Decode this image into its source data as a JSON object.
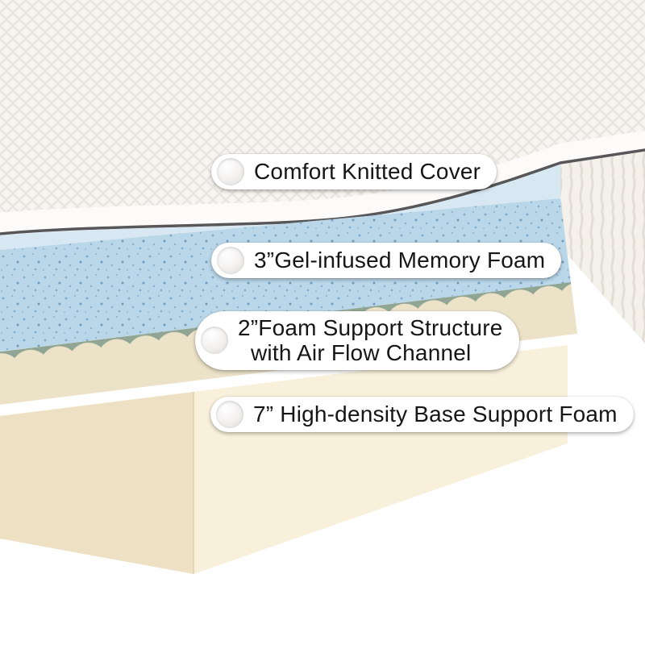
{
  "product": {
    "callouts": [
      {
        "lines": [
          "Comfort Knitted Cover"
        ]
      },
      {
        "lines": [
          "3”Gel-infused Memory Foam"
        ]
      },
      {
        "lines": [
          "2”Foam Support Structure",
          "with Air Flow Channel"
        ]
      },
      {
        "lines": [
          "7” High-density Base Support Foam"
        ]
      }
    ],
    "colors": {
      "background": "#ffffff",
      "cover_base": "#f7f5f1",
      "cover_texture": "#e9e5df",
      "cover_lip": "#fcfbf9",
      "cover_edge_line": "#57575a",
      "gel_top": "#d8e8f2",
      "gel_front": "#bad7e9",
      "gel_speckle": "#7fa9c9",
      "wave_cream": "#ece2c8",
      "wave_shadow": "#90a593",
      "gap_white": "#ffffff",
      "base_front": "#f8f0da",
      "base_side": "#eee1c3",
      "base_corner_line": "#e3d6b6",
      "side_panel": "#f4f1eb",
      "label_bg": "#ffffff",
      "label_text": "#161616"
    }
  }
}
